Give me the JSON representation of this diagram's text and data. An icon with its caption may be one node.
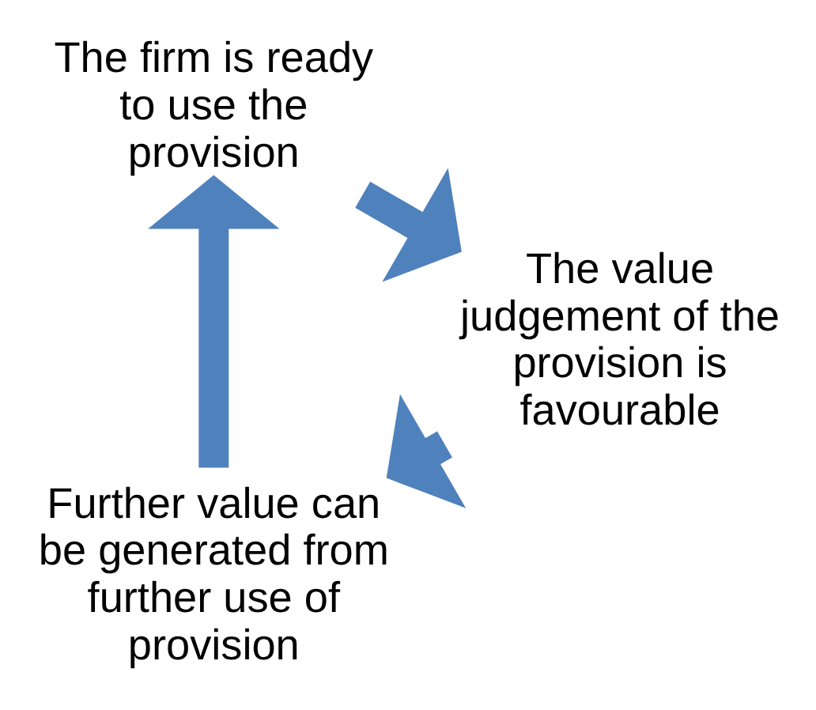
{
  "diagram": {
    "nodes": [
      {
        "text": [
          "Further value can be generated from further use of provision"
        ]
      },
      {
        "text": [
          "The firm is ready to use the provision"
        ]
      },
      {
        "text": [
          "The value judgement of the provision is favourable"
        ]
      }
    ],
    "edges": [
      {
        "from": 0,
        "to": 1,
        "arrow": "to"
      },
      {
        "from": 1,
        "to": 2,
        "arrow": "to"
      },
      {
        "from": 2,
        "to": 0,
        "arrow": "to"
      }
    ]
  }
}
